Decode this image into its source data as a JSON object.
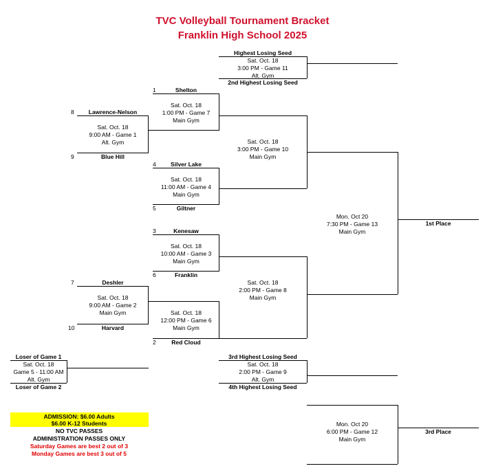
{
  "title": {
    "line1": "TVC Volleyball Tournament Bracket",
    "line2": "Franklin High School 2025"
  },
  "colors": {
    "title": "#d0102c",
    "highlight": "#ffff00",
    "rule": "#000000"
  },
  "seeds": {
    "s1": "1",
    "s2": "2",
    "s3": "3",
    "s4": "4",
    "s5": "5",
    "s6": "6",
    "s7": "7",
    "s8": "8",
    "s9": "9",
    "s10": "10"
  },
  "teams": {
    "shelton": "Shelton",
    "lawrence_nelson": "Lawrence-Nelson",
    "blue_hill": "Blue Hill",
    "silver_lake": "Silver Lake",
    "giltner": "Giltner",
    "kenesaw": "Kenesaw",
    "franklin": "Franklin",
    "deshler": "Deshler",
    "harvard": "Harvard",
    "red_cloud": "Red Cloud"
  },
  "placeholders": {
    "highest_losing": "Highest Losing Seed",
    "second_highest_losing": "2nd Highest Losing Seed",
    "third_highest_losing": "3rd Highest Losing Seed",
    "fourth_highest_losing": "4th Highest Losing Seed",
    "loser_g1": "Loser of Game 1",
    "loser_g2": "Loser of Game 2"
  },
  "games": {
    "g11": {
      "date": "Sat. Oct. 18",
      "time": "3:00 PM - Game 11",
      "place": "Alt. Gym"
    },
    "g7": {
      "date": "Sat. Oct. 18",
      "time": "1:00 PM - Game 7",
      "place": "Main Gym"
    },
    "g1": {
      "date": "Sat. Oct. 18",
      "time": "9:00 AM - Game 1",
      "place": "Alt. Gym"
    },
    "g10": {
      "date": "Sat. Oct. 18",
      "time": "3:00 PM - Game 10",
      "place": "Main Gym"
    },
    "g4": {
      "date": "Sat. Oct. 18",
      "time": "11:00 AM - Game 4",
      "place": "Main Gym"
    },
    "g13": {
      "date": "Mon. Oct 20",
      "time": "7:30 PM - Game 13",
      "place": "Main Gym"
    },
    "g3": {
      "date": "Sat. Oct. 18",
      "time": "10:00 AM - Game 3",
      "place": "Main Gym"
    },
    "g8": {
      "date": "Sat. Oct. 18",
      "time": "2:00 PM - Game 8",
      "place": "Main Gym"
    },
    "g2": {
      "date": "Sat. Oct. 18",
      "time": "9:00 AM - Game 2",
      "place": "Main Gym"
    },
    "g6": {
      "date": "Sat. Oct. 18",
      "time": "12:00 PM - Game 6",
      "place": "Main Gym"
    },
    "g5": {
      "date": "Sat. Oct. 18",
      "time": "Game 5 - 11:00 AM",
      "place": "Alt. Gym"
    },
    "g9": {
      "date": "Sat. Oct. 18",
      "time": "2:00 PM - Game 9",
      "place": "Alt. Gym"
    },
    "g12": {
      "date": "Mon. Oct 20",
      "time": "6:00 PM - Game 12",
      "place": "Main Gym"
    }
  },
  "results": {
    "first": "1st Place",
    "third": "3rd Place"
  },
  "info": {
    "admission_adults": "ADMISSION:  $6.00 Adults",
    "admission_students": "$6.00 K-12 Students",
    "no_passes": "NO TVC PASSES",
    "admin_passes": "ADMINISTRATION PASSES ONLY",
    "saturday_rule": "Saturday Games are best 2 out of 3",
    "monday_rule": "Monday Games are best 3 out of 5"
  }
}
